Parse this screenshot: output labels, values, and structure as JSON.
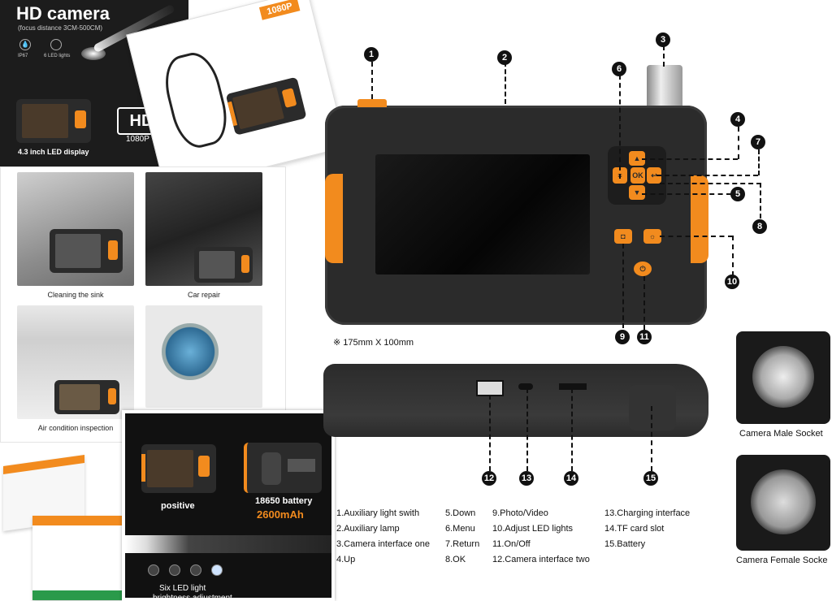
{
  "hd_panel": {
    "title": "HD camera",
    "subtitle": "(focus distance 3CM-500CM)",
    "ip_label": "IP67",
    "led_label": "6 LED lights",
    "hd_badge": "HD",
    "resolution": "1080P",
    "display_caption": "4.3 inch LED display"
  },
  "product_tag": "1080P",
  "scenes": [
    {
      "caption": "Cleaning the sink"
    },
    {
      "caption": "Car repair"
    },
    {
      "caption": "Air condition inspection"
    }
  ],
  "battery_panel": {
    "positive_label": "positive",
    "battery_label": "18650 battery",
    "capacity": "2600mAh",
    "led_caption_1": "Six LED light",
    "led_caption_2": "brightness adjustment"
  },
  "dimensions": "※ 175mm X 100mm",
  "callouts": [
    "1",
    "2",
    "3",
    "4",
    "5",
    "6",
    "7",
    "8",
    "9",
    "10",
    "11",
    "12",
    "13",
    "14",
    "15"
  ],
  "legend": {
    "col1": [
      "1.Auxiliary light swith",
      "2.Auxiliary lamp",
      "3.Camera interface one",
      "4.Up"
    ],
    "col2": [
      "5.Down",
      "6.Menu",
      "7.Return",
      "8.OK"
    ],
    "col3": [
      "9.Photo/Video",
      "10.Adjust LED lights",
      "11.On/Off",
      "12.Camera interface two"
    ],
    "col4": [
      "13.Charging interface",
      "14.TF card slot",
      "15.Battery"
    ]
  },
  "sockets": {
    "male": "Camera Male Socket",
    "female": "Camera Female Socke"
  },
  "colors": {
    "accent": "#f28b1e",
    "device": "#2b2b2b",
    "panel_dark": "#1a1a1a"
  }
}
